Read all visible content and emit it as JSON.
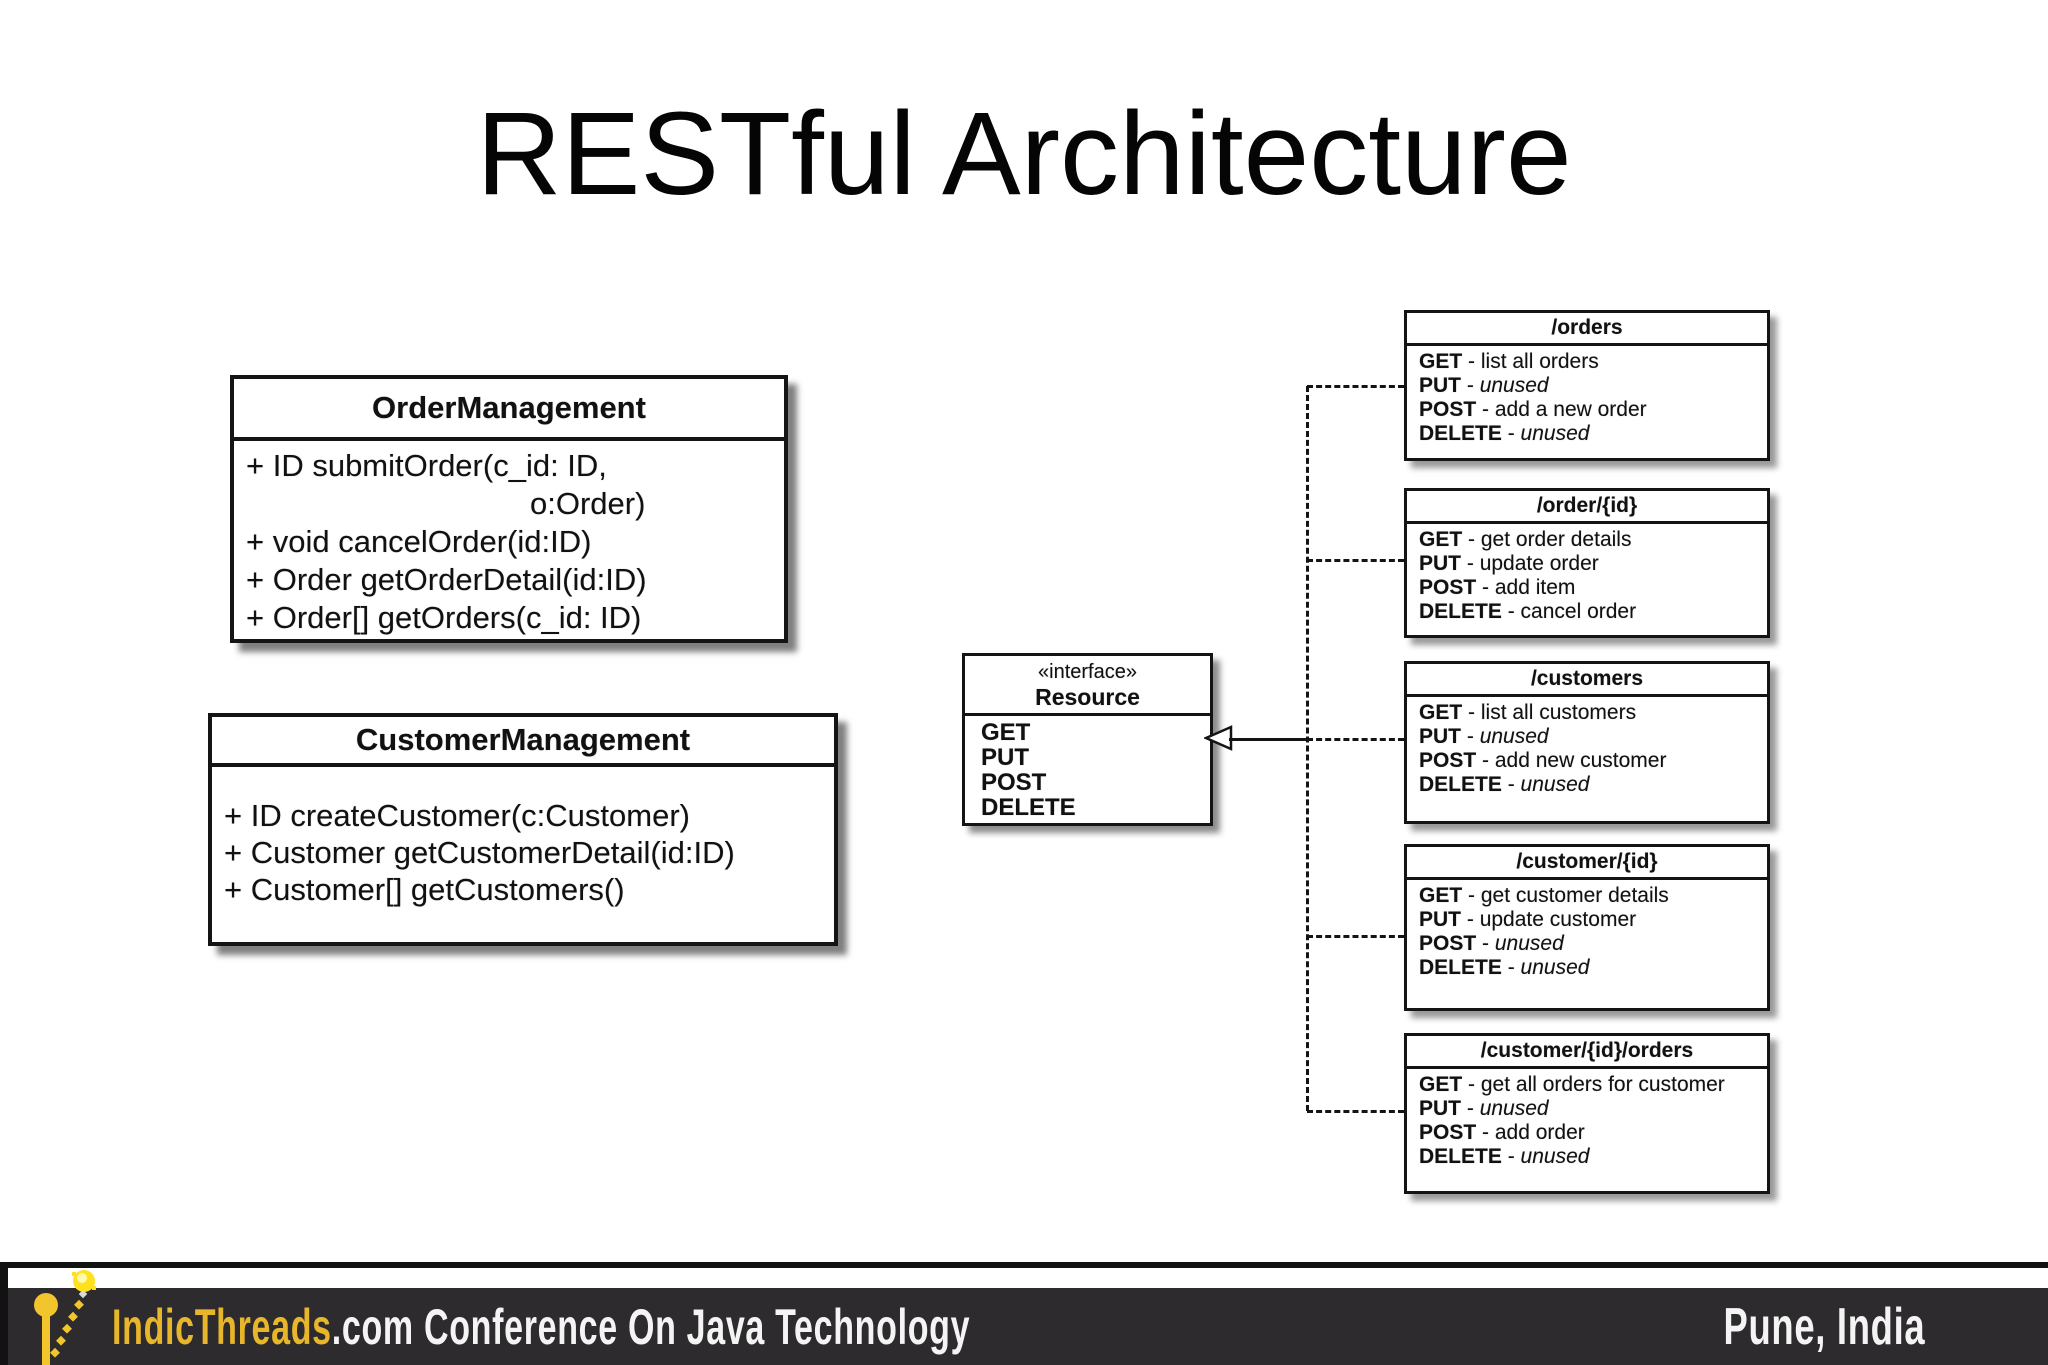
{
  "slide": {
    "title": "RESTful Architecture"
  },
  "uml": {
    "op_separator": "-",
    "order_management": {
      "title": "OrderManagement",
      "lines": [
        "+ ID submitOrder(c_id: ID,",
        "o:Order)",
        "+ void cancelOrder(id:ID)",
        "+ Order getOrderDetail(id:ID)",
        "+ Order[] getOrders(c_id: ID)"
      ]
    },
    "customer_management": {
      "title": "CustomerManagement",
      "lines": [
        "+ ID createCustomer(c:Customer)",
        "+ Customer getCustomerDetail(id:ID)",
        "+ Customer[] getCustomers()"
      ]
    },
    "resource_interface": {
      "stereotype": "«interface»",
      "title": "Resource",
      "methods": [
        "GET",
        "PUT",
        "POST",
        "DELETE"
      ]
    },
    "resources": [
      {
        "path": "/orders",
        "ops": [
          {
            "m": "GET",
            "d": "list all orders"
          },
          {
            "m": "PUT",
            "d": "unused"
          },
          {
            "m": "POST",
            "d": "add a new order"
          },
          {
            "m": "DELETE",
            "d": "unused"
          }
        ]
      },
      {
        "path": "/order/{id}",
        "ops": [
          {
            "m": "GET",
            "d": "get order details"
          },
          {
            "m": "PUT",
            "d": "update order"
          },
          {
            "m": "POST",
            "d": "add item"
          },
          {
            "m": "DELETE",
            "d": "cancel order"
          }
        ]
      },
      {
        "path": "/customers",
        "ops": [
          {
            "m": "GET",
            "d": "list all customers"
          },
          {
            "m": "PUT",
            "d": "unused"
          },
          {
            "m": "POST",
            "d": "add new customer"
          },
          {
            "m": "DELETE",
            "d": "unused"
          }
        ]
      },
      {
        "path": "/customer/{id}",
        "ops": [
          {
            "m": "GET",
            "d": "get customer details"
          },
          {
            "m": "PUT",
            "d": "update customer"
          },
          {
            "m": "POST",
            "d": "unused"
          },
          {
            "m": "DELETE",
            "d": "unused"
          }
        ]
      },
      {
        "path": "/customer/{id}/orders",
        "ops": [
          {
            "m": "GET",
            "d": "get all orders for customer"
          },
          {
            "m": "PUT",
            "d": "unused"
          },
          {
            "m": "POST",
            "d": "add order"
          },
          {
            "m": "DELETE",
            "d": "unused"
          }
        ]
      }
    ]
  },
  "footer": {
    "brand": "IndicThreads",
    "tagline": ".com Conference On Java Technology",
    "location": "Pune, India"
  },
  "colors": {
    "brand_gold": "#e8b62b",
    "logo_yellow": "#ffd21e",
    "footer_bar": "#2e2b2e",
    "footer_text": "#f4f4f4",
    "diagram_ink": "#141414"
  }
}
